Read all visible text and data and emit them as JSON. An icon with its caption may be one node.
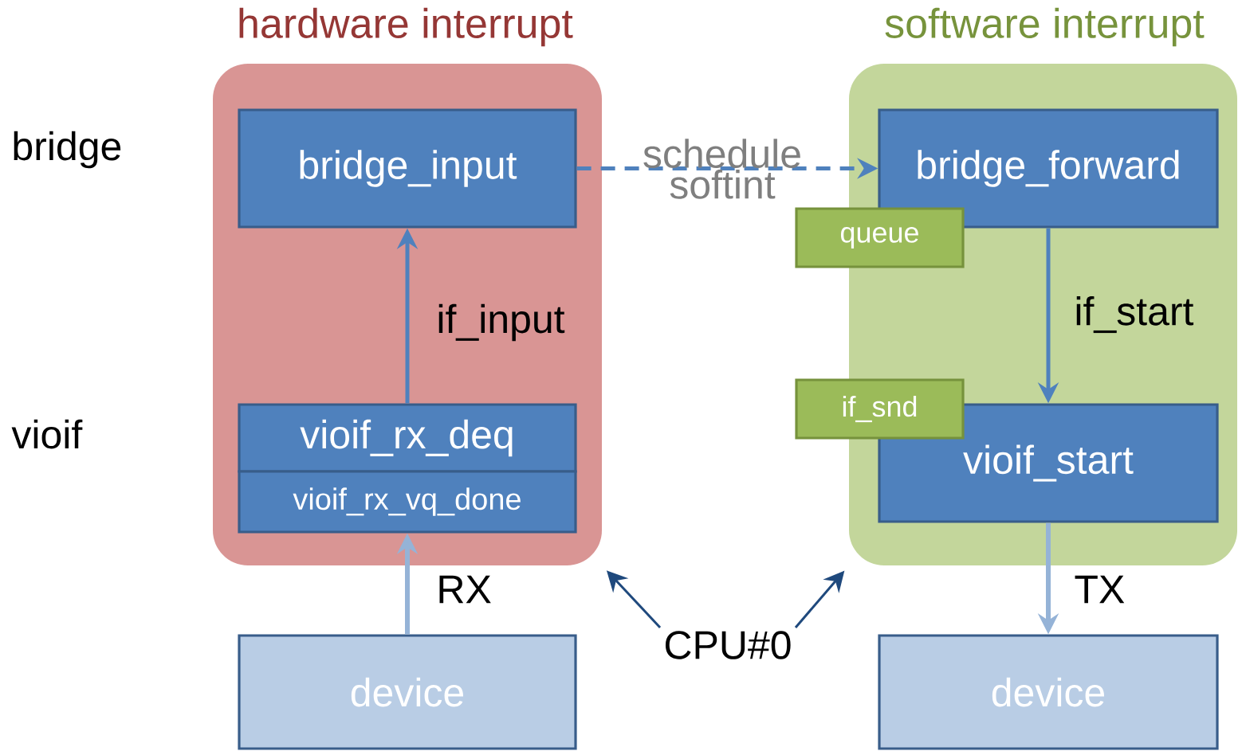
{
  "diagram": {
    "nodes": [
      {
        "text": [
          "hardware interrupt"
        ]
      },
      {
        "text": [
          "software interrupt"
        ]
      },
      {
        "text": [
          "bridge_input"
        ],
        "in": 0
      },
      {
        "text": [
          "vioif_rx_deq"
        ],
        "in": 0
      },
      {
        "text": [
          "vioif_rx_vq_done"
        ],
        "in": 0
      },
      {
        "text": [
          "bridge_forward"
        ],
        "in": 1
      },
      {
        "text": [
          "queue"
        ],
        "in": 1
      },
      {
        "text": [
          "if_snd"
        ],
        "in": 1
      },
      {
        "text": [
          "vioif_start"
        ],
        "in": 1
      },
      {
        "text": [
          "device"
        ]
      },
      {
        "text": [
          "device"
        ]
      },
      {
        "text": [
          "CPU#0"
        ]
      }
    ],
    "edges": [
      {
        "from": 3,
        "to": 2,
        "arrow": "to",
        "label": "if_input"
      },
      {
        "from": 2,
        "to": 5,
        "arrow": "to",
        "label": "schedule softint",
        "style": "dashed"
      },
      {
        "from": 5,
        "to": 8,
        "arrow": "to",
        "label": "if_start"
      },
      {
        "from": 9,
        "to": 4,
        "arrow": "to",
        "label": "RX",
        "color": "#95b3d7"
      },
      {
        "from": 8,
        "to": 10,
        "arrow": "to",
        "label": "TX",
        "color": "#95b3d7"
      },
      {
        "from": 11,
        "to": 0,
        "arrow": "to",
        "color": "#1f497d"
      },
      {
        "from": 11,
        "to": 1,
        "arrow": "to",
        "color": "#1f497d"
      }
    ],
    "labels": [
      "bridge",
      "vioif"
    ]
  }
}
